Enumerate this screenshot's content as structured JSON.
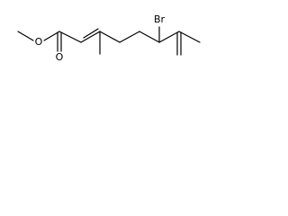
{
  "atoms": {
    "br": "Br",
    "ester_o": "O",
    "carbonyl_o": "O"
  }
}
